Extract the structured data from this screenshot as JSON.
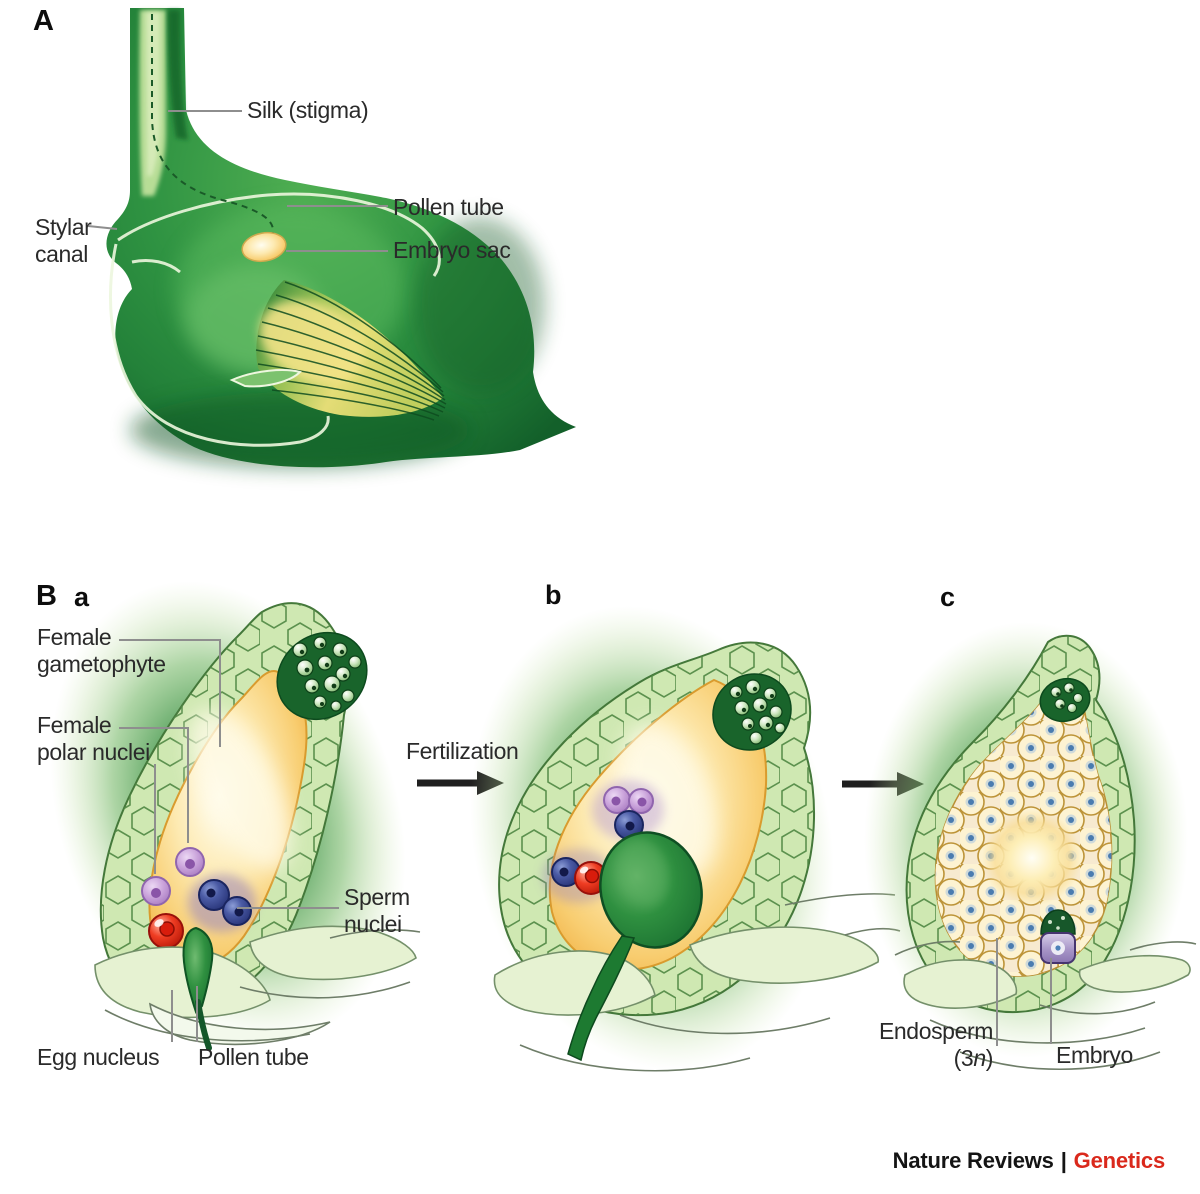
{
  "panel_a": {
    "letter": "A",
    "labels": {
      "silk": "Silk (stigma)",
      "pollen_tube": "Pollen tube",
      "embryo_sac": "Embryo sac",
      "stylar_canal": [
        "Stylar",
        "canal"
      ]
    }
  },
  "panel_b": {
    "letter": "B",
    "stage_a_letter": "a",
    "stage_b_letter": "b",
    "stage_c_letter": "c",
    "labels": {
      "female_gametophyte": [
        "Female",
        "gametophyte"
      ],
      "female_polar_nuclei": [
        "Female",
        "polar nuclei"
      ],
      "sperm_nuclei": [
        "Sperm",
        "nuclei"
      ],
      "egg_nucleus": "Egg nucleus",
      "pollen_tube": "Pollen tube",
      "fertilization": "Fertilization",
      "endosperm_line1": "Endosperm",
      "endosperm_pre": "(3",
      "endosperm_italic": "n",
      "endosperm_post": ")",
      "embryo": "Embryo"
    }
  },
  "credit": {
    "publisher": "Nature Reviews",
    "separator": "|",
    "journal": "Genetics"
  },
  "colors": {
    "ovary_green": "#2f9342",
    "dark_green": "#145c26",
    "cell_ring_green": "#cfe8b2",
    "gametophyte_yellow": "#f9d478",
    "polar_nucleus_purple": "#c9a2da",
    "sperm_nucleus_blue": "#44549e",
    "egg_nucleus_red": "#d81c0c",
    "pollen_tube_green": "#2e8c3e",
    "endosperm_tan": "#fdf3d2",
    "embryo_purple": "#a795c7",
    "credit_red": "#da291c",
    "label_color": "#2a2a2a",
    "leader_gray": "#8e8e8e"
  }
}
